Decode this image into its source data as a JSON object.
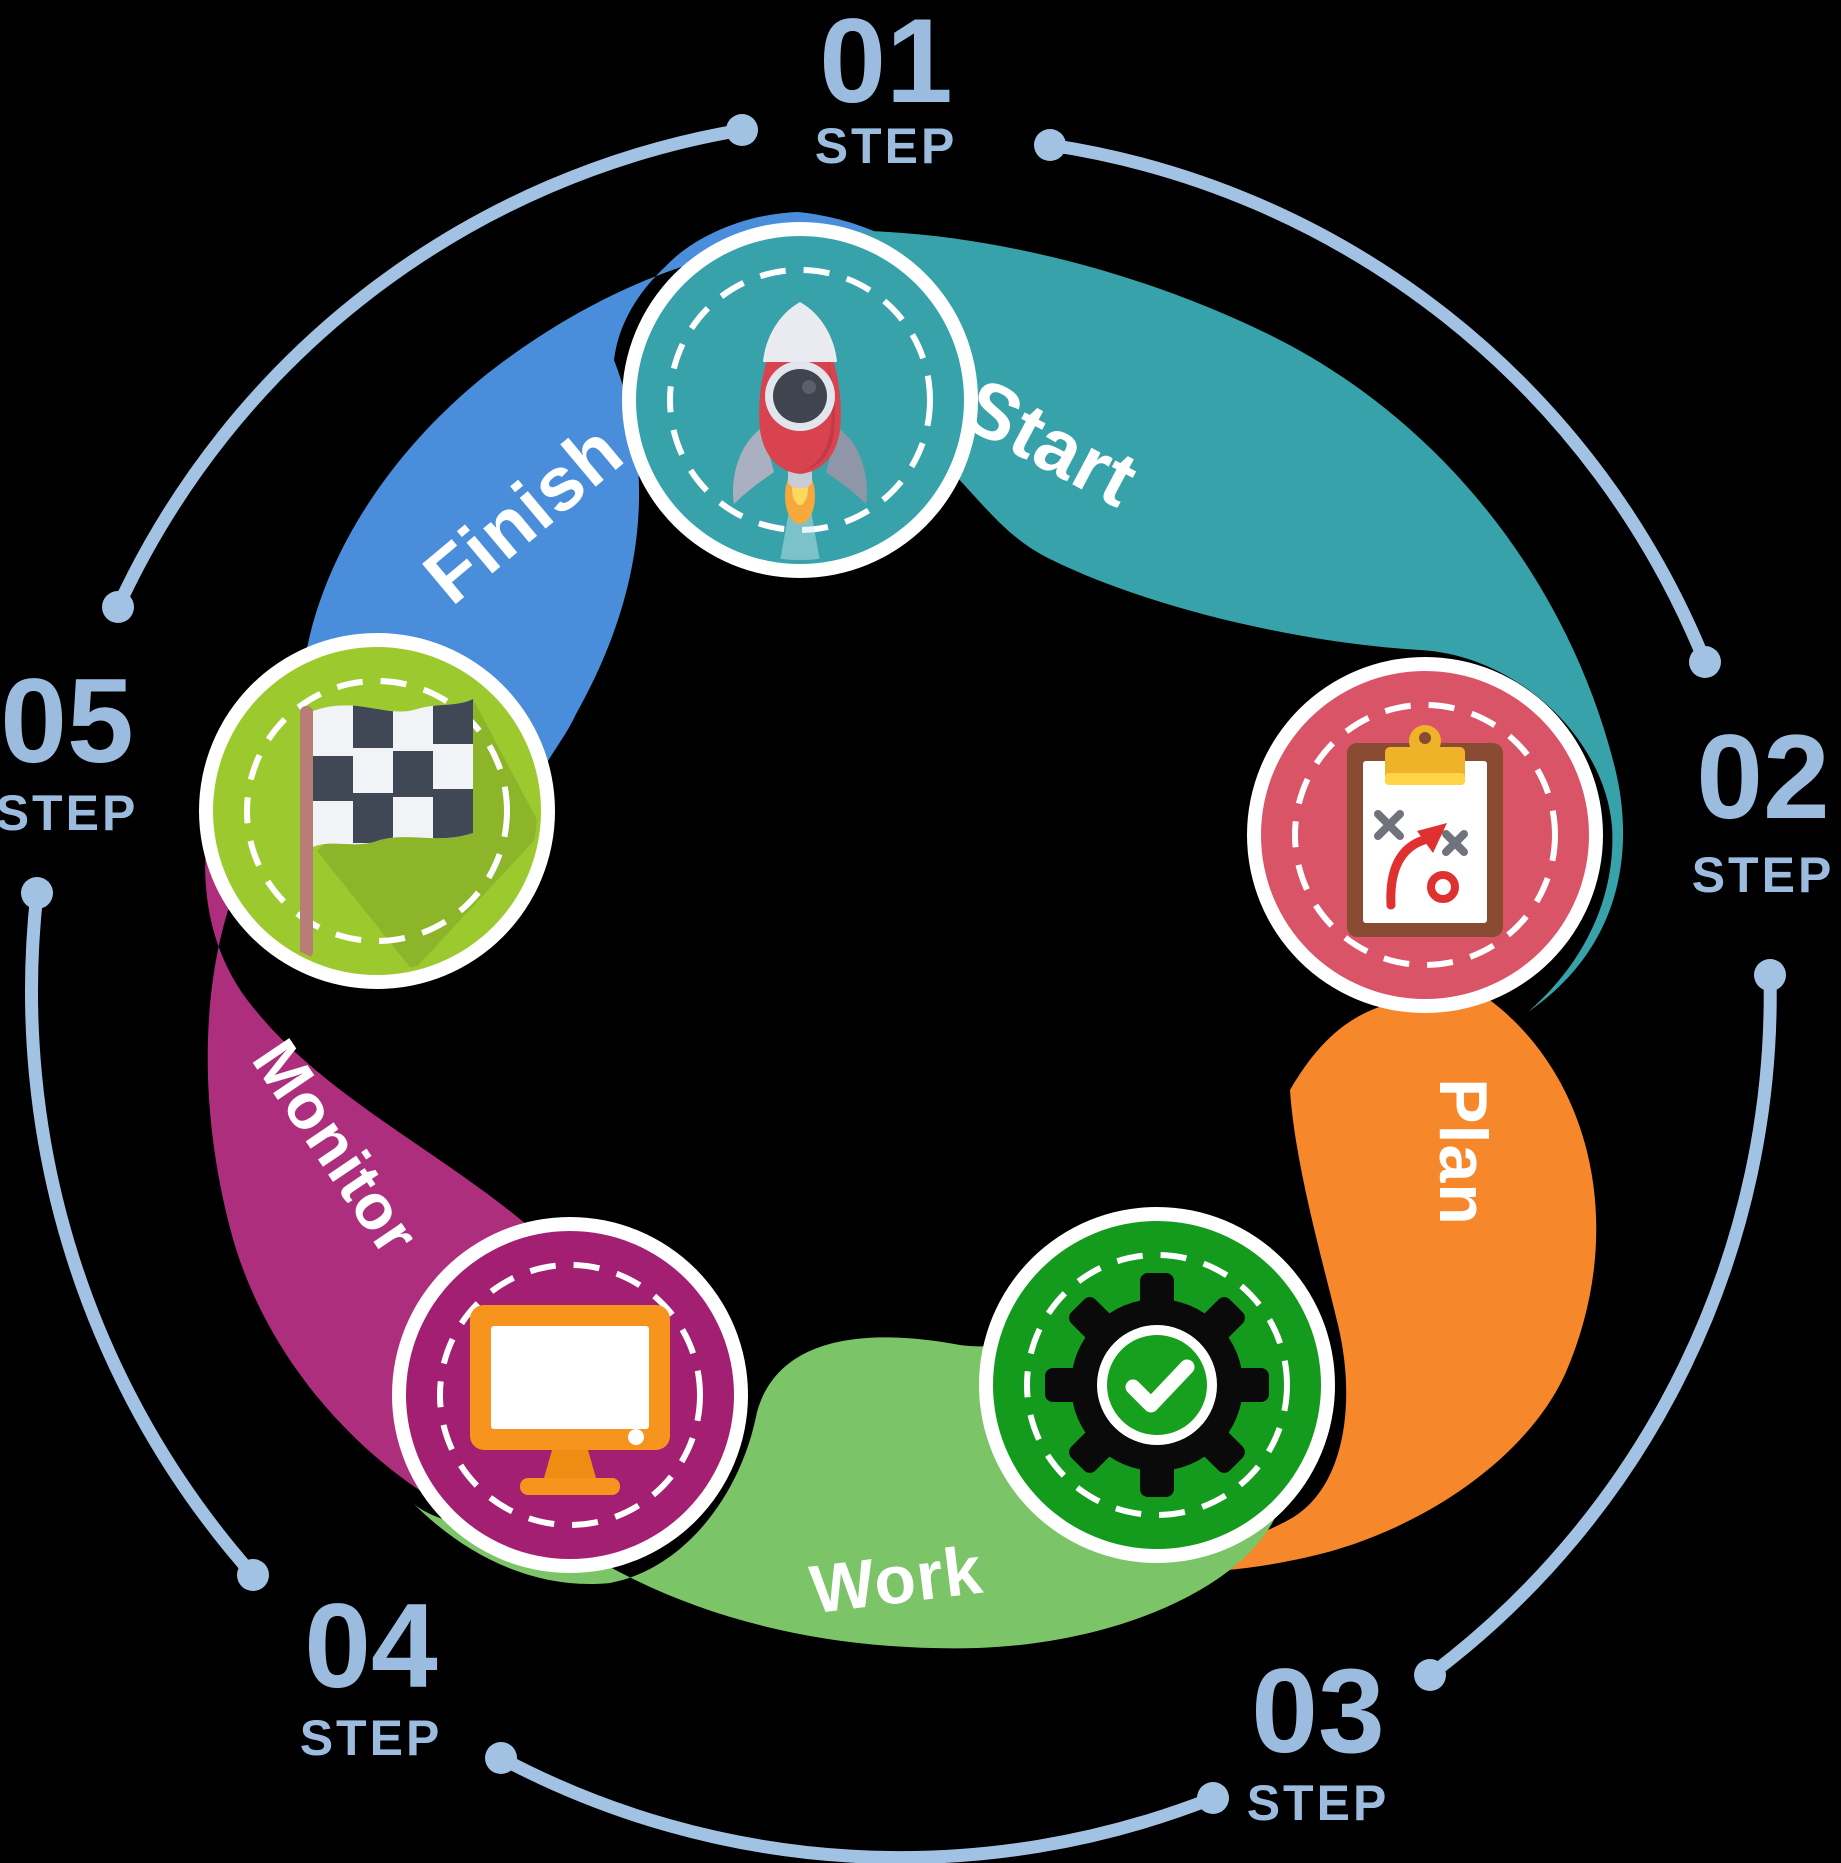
{
  "steps": [
    {
      "number": "01",
      "step_label": "STEP",
      "name": "Start",
      "icon": "rocket-icon",
      "badge_color": "#38a2aa",
      "segment_color": "#38a2aa"
    },
    {
      "number": "02",
      "step_label": "STEP",
      "name": "Plan",
      "icon": "strategy-clipboard-icon",
      "badge_color": "#da5468",
      "segment_color": "#f6882b"
    },
    {
      "number": "03",
      "step_label": "STEP",
      "name": "Work",
      "icon": "gear-check-icon",
      "badge_color": "#149b1d",
      "segment_color": "#7cc468"
    },
    {
      "number": "04",
      "step_label": "STEP",
      "name": "Monitor",
      "icon": "computer-monitor-icon",
      "badge_color": "#a31f72",
      "segment_color": "#ae2e7e"
    },
    {
      "number": "05",
      "step_label": "STEP",
      "name": "Finish",
      "icon": "checkered-flag-icon",
      "badge_color": "#9cca2e",
      "segment_color": "#4a8edb"
    }
  ],
  "palette": {
    "background": "#000000",
    "arc_color": "#a2c2e3",
    "step_number_color": "#9bbcdf",
    "label_text_color": "#ffffff",
    "badge_ring_color": "#ffffff"
  }
}
